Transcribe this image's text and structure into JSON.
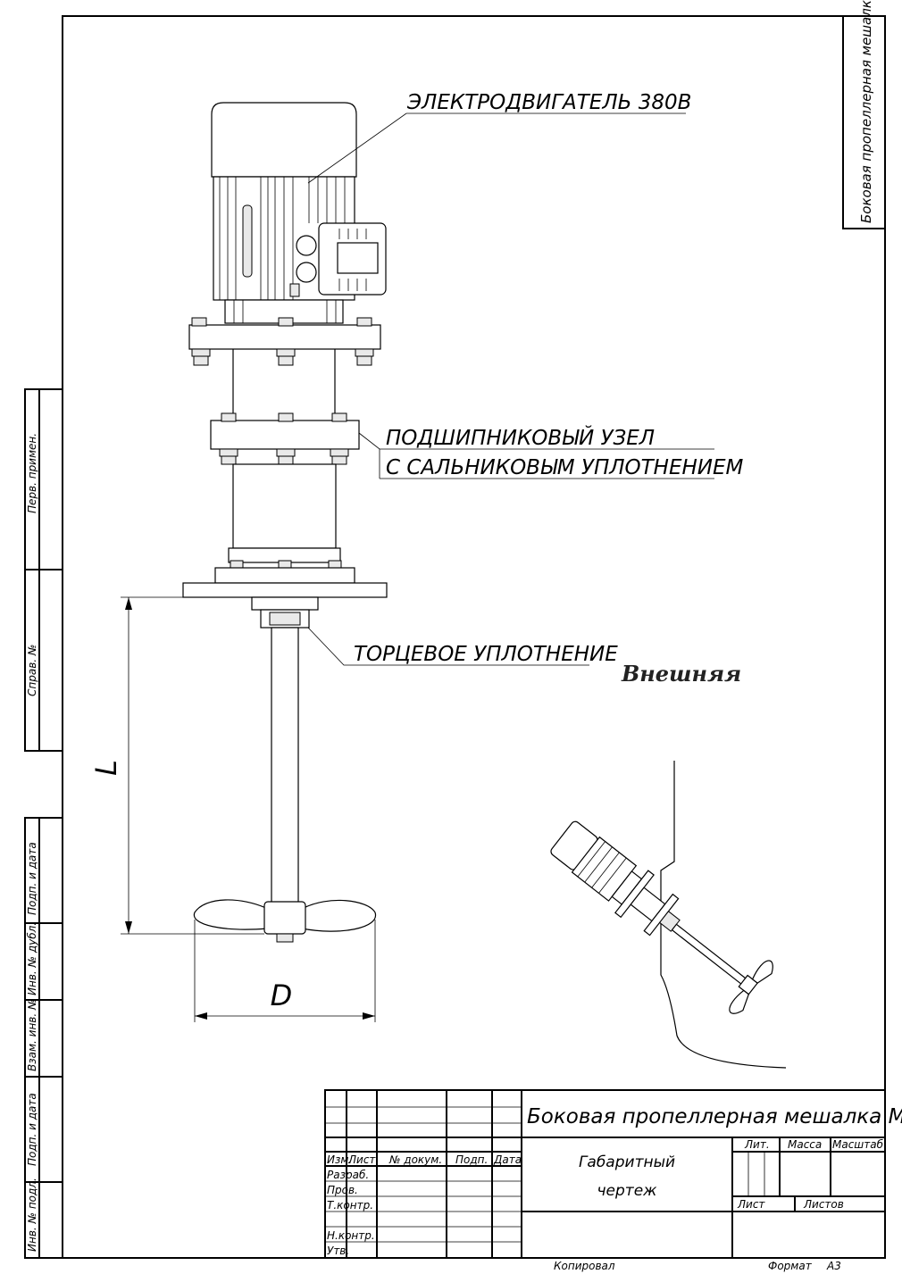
{
  "drawing": {
    "side_stamp": "Боковая пропеллерная мешалка МПб",
    "view_label": "Внешняя",
    "callouts": {
      "motor": "ЭЛЕКТРОДВИГАТЕЛЬ 380В",
      "bearing_line1": "ПОДШИПНИКОВЫЙ УЗЕЛ",
      "bearing_line2": "С САЛЬНИКОВЫМ УПЛОТНЕНИЕМ",
      "seal": "ТОРЦЕВОЕ УПЛОТНЕНИЕ"
    },
    "dimensions": {
      "length": "L",
      "diameter": "D"
    }
  },
  "left_margin": {
    "perv_primen": "Перв. примен.",
    "sprav_no": "Справ. №",
    "podp_data_1": "Подп. и дата",
    "inv_dubl": "Инв. № дубл.",
    "vzam_inv": "Взам. инв. №",
    "podp_data_2": "Подп. и дата",
    "inv_podl": "Инв. № подл."
  },
  "title_block": {
    "title": "Боковая пропеллерная мешалка МПб",
    "subtitle_line1": "Габаритный",
    "subtitle_line2": "чертеж",
    "col_izm": "Изм.",
    "col_list": "Лист",
    "col_docum": "№ докум.",
    "col_podp": "Подп.",
    "col_data": "Дата",
    "razrab": "Разраб.",
    "prov": "Пров.",
    "t_kontr": "Т.контр.",
    "n_kontr": "Н.контр.",
    "utv": "Утв.",
    "lit": "Лит.",
    "massa": "Масса",
    "masshtab": "Масштаб",
    "list": "Лист",
    "listov": "Листов"
  },
  "footer": {
    "kopiroval": "Копировал",
    "format_label": "Формат",
    "format_value": "А3"
  }
}
